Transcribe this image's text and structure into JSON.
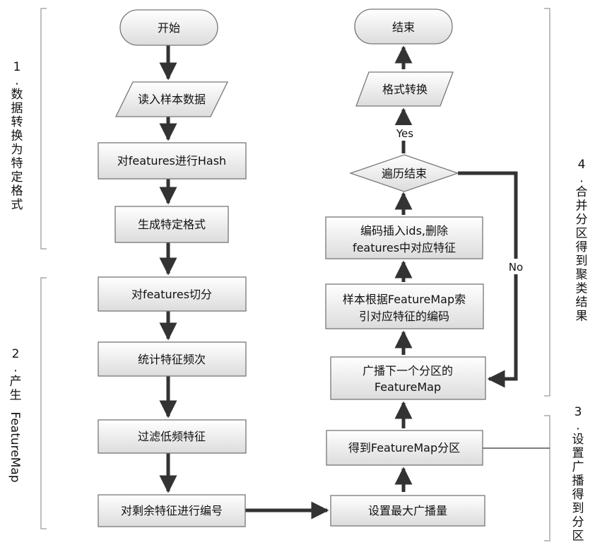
{
  "flowchart": {
    "nodes": {
      "start": "开始",
      "read_sample": "读入样本数据",
      "hash_features": "对features进行Hash",
      "generate_format": "生成特定格式",
      "split_features": "对features切分",
      "count_frequency": "统计特征频次",
      "filter_low_freq": "过滤低频特征",
      "number_features": "对剩余特征进行编号",
      "set_max_broadcast": "设置最大广播量",
      "get_partitions": "得到FeatureMap分区",
      "broadcast_line1": "广播下一个分区的",
      "broadcast_line2": "FeatureMap",
      "lookup_line1": "样本根据FeatureMap索",
      "lookup_line2": "引对应特征的编码",
      "insert_line1": "编码插入ids,删除",
      "insert_line2": "features中对应特征",
      "traverse_done": "遍历结束",
      "format_convert": "格式转换",
      "end": "结束"
    },
    "edge_labels": {
      "yes": "Yes",
      "no": "No"
    },
    "sections": {
      "s1": [
        "1",
        ".",
        "数",
        "据",
        "转",
        "换",
        "为",
        "特",
        "定",
        "格",
        "式"
      ],
      "s2_prefix": [
        "2",
        ".",
        "产",
        "生"
      ],
      "s2_rotated": "FeatureMap",
      "s3": [
        "3",
        ".",
        "设",
        "置",
        "广",
        "播",
        "得",
        "到",
        "分",
        "区"
      ],
      "s4": [
        "4",
        ".",
        "合",
        "并",
        "分",
        "区",
        "得",
        "到",
        "聚",
        "类",
        "结",
        "果"
      ]
    }
  }
}
